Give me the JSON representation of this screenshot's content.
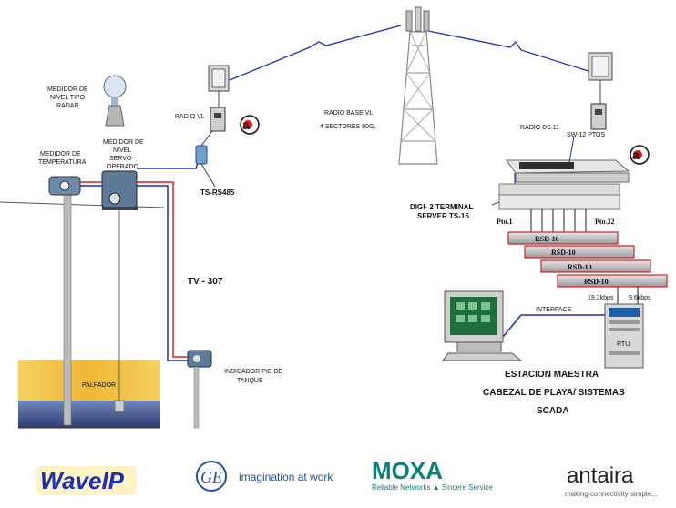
{
  "labels": {
    "radar_l1": "MEDIDOR DE",
    "radar_l2": "NIVEL TIPO",
    "radar_l3": "RADAR",
    "temp_l1": "MEDIDOR DE",
    "temp_l2": "TEMPERATURA",
    "servo_l1": "MEDIDOR DE",
    "servo_l2": "NIVEL",
    "servo_l3": "SERVO-",
    "servo_l4": "OPERADO",
    "radio_vl": "RADIO VL",
    "ts_rs485": "TS-RS485",
    "base_l1": "RADIO BASE  VL",
    "base_l2": "4 SECTORES 90G.",
    "radio_ds": "RADIO DS.11",
    "ptos": "SW-12 PTOS",
    "digi_l1": "DIGI- 2 TERMINAL",
    "digi_l2": "SERVER TS-16",
    "pto1": "Pto.1",
    "pto32": "Pto.32",
    "rsd": "RSD-10",
    "tv307": "TV - 307",
    "baud1": "19.2kbps",
    "baud2": "9.6kbps",
    "interface": "INTERFACE",
    "rtu": "RTU",
    "palpador": "PALPADOR",
    "pie_l1": "INDICADOR PIE DE",
    "pie_l2": "TANQUE",
    "estacion": "ESTACION MAESTRA",
    "cabezal": "CABEZAL DE PLAYA/ SISTEMAS",
    "scada": "SCADA"
  },
  "logos": {
    "waveip": "WaveIP",
    "ge": "GE",
    "ge_tagline": "imagination at work",
    "moxa": "MOXA",
    "moxa_tagline": "Reliable Networks ▲ Sincere Service",
    "antaira": "antaira",
    "antaira_tagline": "making connectivity simple..."
  },
  "colors": {
    "blue_link": "#1c2fb8",
    "red_link": "#d81e1e",
    "tank_fill": "#f2c74a",
    "tank_water": "#3a4fa0",
    "ge_blue": "#1d4f9c",
    "moxa_teal": "#0d7f7b",
    "antaira_red": "#c8102e"
  },
  "icons": [
    "antenna-tower-icon",
    "radio-panel-icon",
    "monitor-icon",
    "network-switch-icon",
    "rtu-icon",
    "alert-a-icon"
  ]
}
